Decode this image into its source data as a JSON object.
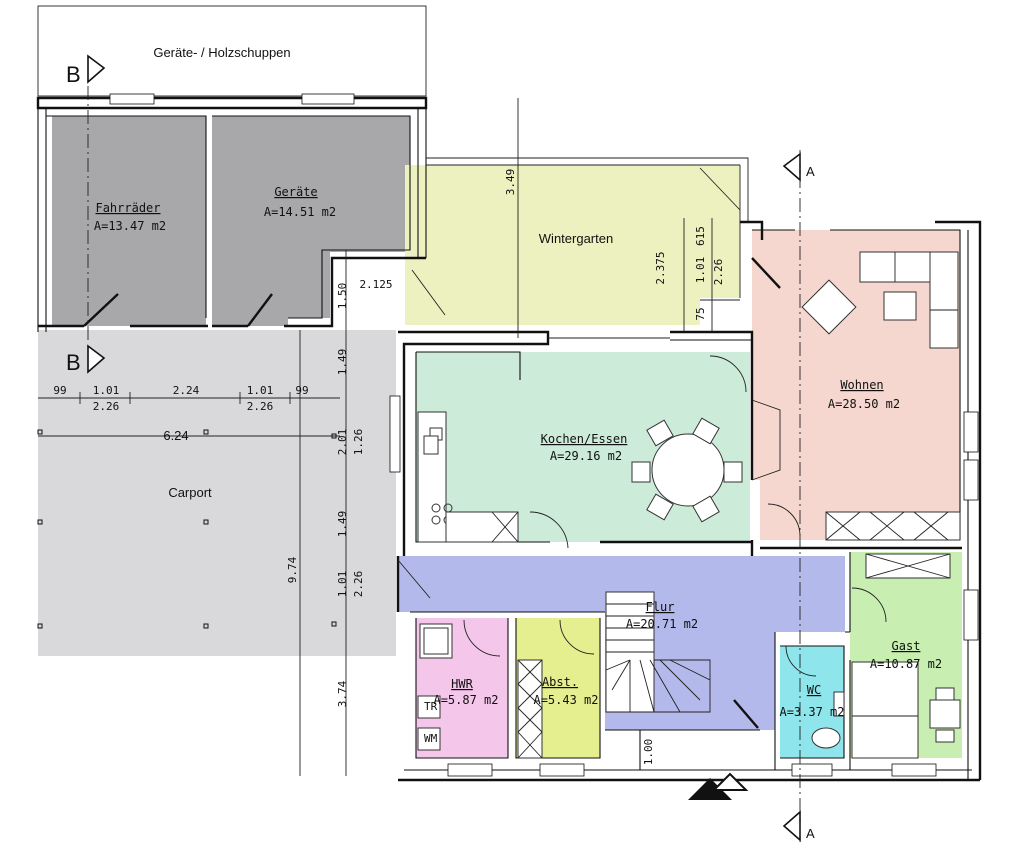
{
  "colors": {
    "storage": "#a8a8aa",
    "carport": "#d9d9db",
    "wintergarten": "#edf1bf",
    "kochen": "#cdebd9",
    "wohnen": "#f6d7cf",
    "flur": "#b4b9eb",
    "hwr": "#f4c7ea",
    "abst": "#e6ef8f",
    "wc": "#8ee6ec",
    "gast": "#c9eeb2"
  },
  "labels": {
    "shed": "Geräte- / Holzschuppen",
    "carport": "Carport",
    "wintergarten": "Wintergarten"
  },
  "rooms": {
    "fahrraeder": {
      "name": "Fahrräder",
      "area": "A=13.47 m2"
    },
    "geraete": {
      "name": "Geräte",
      "area": "A=14.51 m2"
    },
    "kochen": {
      "name": "Kochen/Essen",
      "area": "A=29.16 m2"
    },
    "wohnen": {
      "name": "Wohnen",
      "area": "A=28.50 m2"
    },
    "flur": {
      "name": "Flur",
      "area": "A=20.71 m2"
    },
    "hwr": {
      "name": "HWR",
      "area": "A=5.87 m2"
    },
    "abst": {
      "name": "Abst.",
      "area": "A=5.43 m2"
    },
    "wc": {
      "name": "WC",
      "area": "A=3.37 m2"
    },
    "gast": {
      "name": "Gast",
      "area": "A=10.87 m2"
    }
  },
  "sections": {
    "b": "B",
    "a": "A"
  },
  "appliances": {
    "tr": "TR",
    "wm": "WM"
  },
  "dims": {
    "d99a": "99",
    "d101a": "1.01",
    "d224": "2.24",
    "d101b": "1.01",
    "d99b": "99",
    "d226a": "2.26",
    "d226b": "2.26",
    "d624": "6.24",
    "d349": "3.49",
    "d2375": "2.375",
    "d101c": "1.01",
    "d615": "615",
    "d226c": "2.26",
    "d75": "75",
    "d150": "1.50",
    "d2125": "2.125",
    "d149a": "1.49",
    "d201": "2.01",
    "d126": "1.26",
    "d149b": "1.49",
    "d974": "9.74",
    "d101d": "1.01",
    "d226d": "2.26",
    "d374": "3.74",
    "d100": "1.00"
  }
}
